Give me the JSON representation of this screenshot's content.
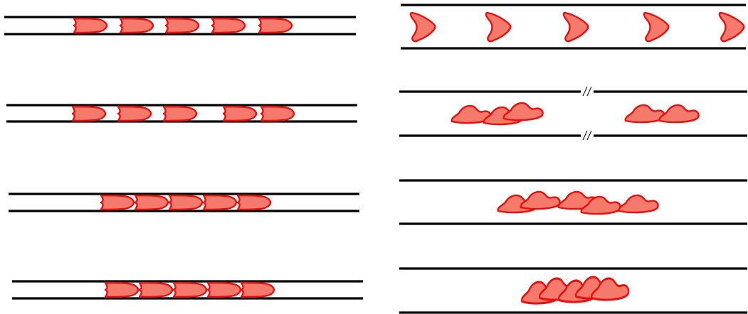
{
  "figure": {
    "cell_fill": "#f57a6b",
    "cell_stroke": "#e8100e",
    "wall_color": "#000000",
    "left_panel": {
      "description_shape": "narrow capillary channels with red blood cells",
      "channels": [
        {
          "cells": 5,
          "cell_shape": "parachute"
        },
        {
          "cells": 5,
          "cell_shape": "parachute"
        },
        {
          "cells": 5,
          "cell_shape": "parachute"
        },
        {
          "cells": 5,
          "cell_shape": "parachute"
        }
      ]
    },
    "right_panel": {
      "description_shape": "wide channels with deformed red blood cells",
      "channels": [
        {
          "cells": 5,
          "cell_shape": "croissant",
          "gap_break_marks": false
        },
        {
          "cells": 5,
          "cell_shape": "slipper",
          "gap_break_marks": true
        },
        {
          "cells": 5,
          "cell_shape": "slipper",
          "gap_break_marks": false
        },
        {
          "cells": 5,
          "cell_shape": "slipper",
          "gap_break_marks": false
        }
      ]
    }
  }
}
